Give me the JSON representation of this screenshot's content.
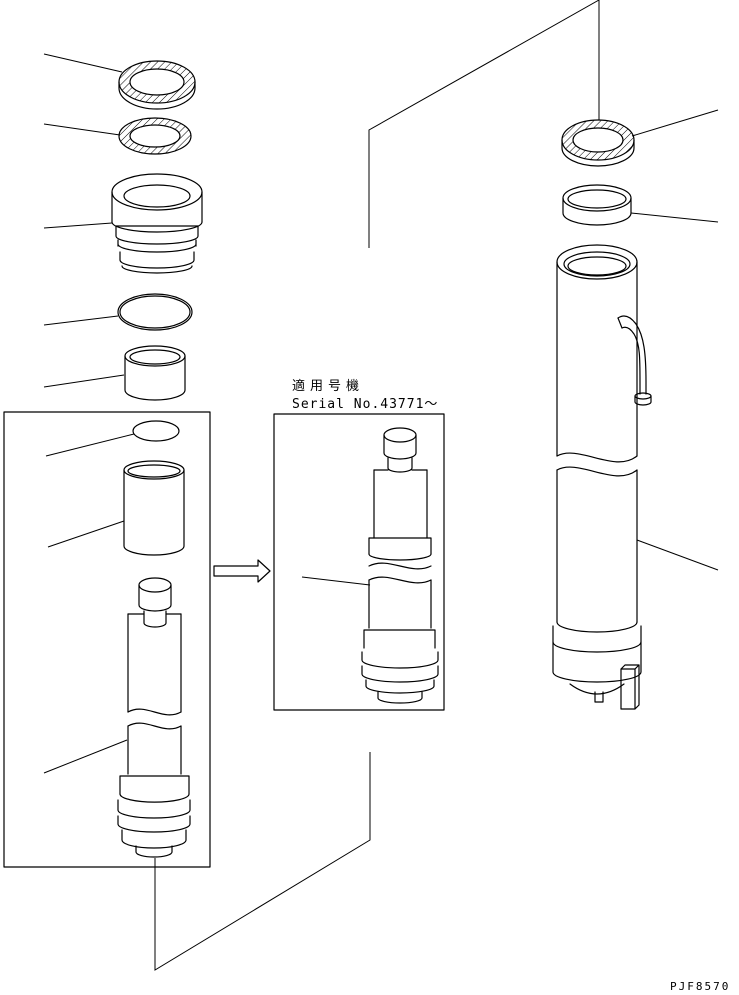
{
  "drawing": {
    "serial_label_jp": "適用号機",
    "serial_label": "Serial No.43771～",
    "drawing_code": "PJF8570"
  },
  "colors": {
    "ink": "#000000",
    "background": "#ffffff"
  }
}
